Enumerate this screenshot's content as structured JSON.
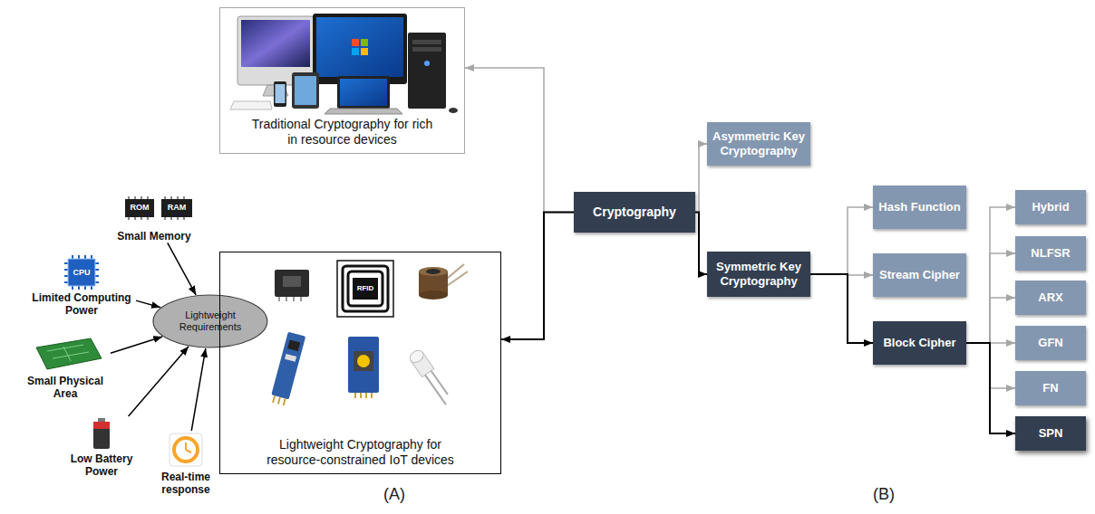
{
  "diagram": {
    "nodes": [
      {
        "text": [
          "Traditional Cryptography for rich in resource devices"
        ]
      },
      {
        "text": [
          "Small Memory"
        ]
      },
      {
        "text": [
          "Limited Computing Power"
        ]
      },
      {
        "text": [
          "Small Physical Area"
        ]
      },
      {
        "text": [
          "Low Battery Power"
        ]
      },
      {
        "text": [
          "Real-time response"
        ]
      },
      {
        "text": [
          "Lightweight Requirements"
        ]
      },
      {
        "text": [
          "Lightweight Cryptography for resource-constrained IoT devices"
        ]
      },
      {
        "text": [
          "Cryptography"
        ]
      },
      {
        "text": [
          "Asymmetric Key Cryptography"
        ]
      },
      {
        "text": [
          "Symmetric Key Cryptography"
        ]
      },
      {
        "text": [
          "Hash Function"
        ]
      },
      {
        "text": [
          "Stream Cipher"
        ]
      },
      {
        "text": [
          "Block Cipher"
        ]
      },
      {
        "text": [
          "Hybrid"
        ]
      },
      {
        "text": [
          "NLFSR"
        ]
      },
      {
        "text": [
          "ARX"
        ]
      },
      {
        "text": [
          "GFN"
        ]
      },
      {
        "text": [
          "FN"
        ]
      },
      {
        "text": [
          "SPN"
        ]
      }
    ],
    "edges": [
      {
        "from": 1,
        "to": 6,
        "arrow": "to"
      },
      {
        "from": 2,
        "to": 6,
        "arrow": "to"
      },
      {
        "from": 3,
        "to": 6,
        "arrow": "to"
      },
      {
        "from": 4,
        "to": 6,
        "arrow": "to"
      },
      {
        "from": 5,
        "to": 6,
        "arrow": "to"
      },
      {
        "from": 8,
        "to": 0,
        "arrow": "to"
      },
      {
        "from": 8,
        "to": 7,
        "arrow": "to"
      },
      {
        "from": 8,
        "to": 9,
        "arrow": "to"
      },
      {
        "from": 8,
        "to": 10,
        "arrow": "to"
      },
      {
        "from": 10,
        "to": 11,
        "arrow": "to"
      },
      {
        "from": 10,
        "to": 12,
        "arrow": "to"
      },
      {
        "from": 10,
        "to": 13,
        "arrow": "to"
      },
      {
        "from": 13,
        "to": 14,
        "arrow": "to"
      },
      {
        "from": 13,
        "to": 15,
        "arrow": "to"
      },
      {
        "from": 13,
        "to": 16,
        "arrow": "to"
      },
      {
        "from": 13,
        "to": 17,
        "arrow": "to"
      },
      {
        "from": 13,
        "to": 18,
        "arrow": "to"
      },
      {
        "from": 13,
        "to": 19,
        "arrow": "to"
      }
    ],
    "labels": [
      "ROM",
      "RAM",
      "CPU",
      "RFID",
      "(A)",
      "(B)"
    ]
  }
}
